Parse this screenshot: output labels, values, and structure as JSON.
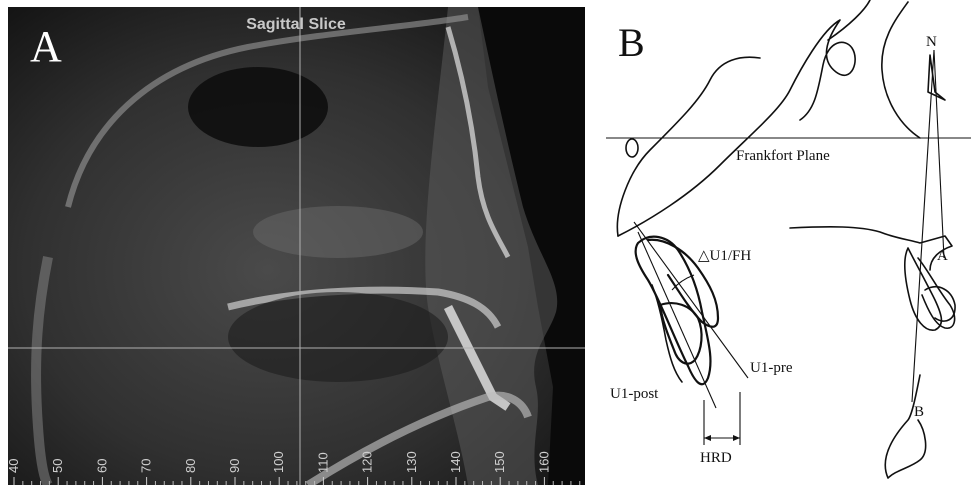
{
  "panel_a": {
    "letter": "A",
    "title": "Sagittal Slice",
    "ruler_ticks": [
      "40",
      "50",
      "60",
      "70",
      "80",
      "90",
      "100",
      "110",
      "120",
      "130",
      "140",
      "150",
      "160"
    ]
  },
  "panel_b": {
    "letter": "B",
    "labels": {
      "frankfort": "Frankfort Plane",
      "angle": "△U1/FH",
      "u1_pre": "U1-pre",
      "u1_post": "U1-post",
      "hrd": "HRD",
      "n": "N",
      "a": "A",
      "b": "B"
    }
  },
  "colors": {
    "ct_background": "#2a2a2a",
    "crosshair": "#b0b0b0",
    "ink": "#111111"
  }
}
